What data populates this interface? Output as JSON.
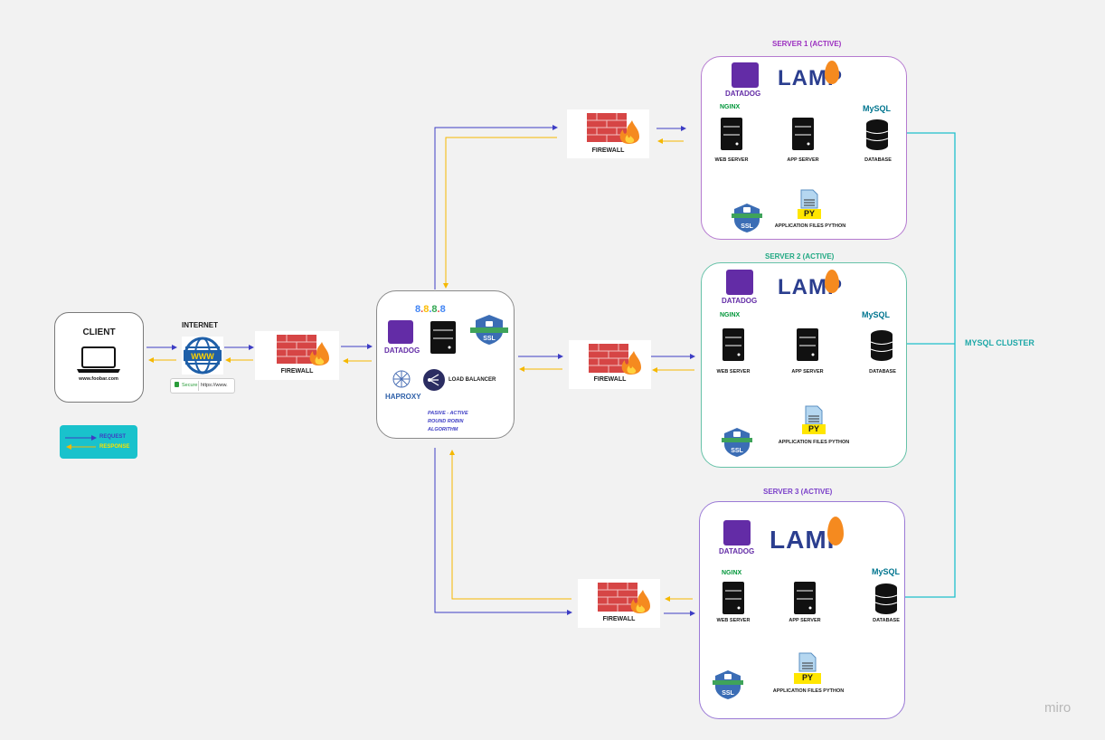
{
  "client": {
    "title": "CLIENT",
    "url": "www.foobar.com"
  },
  "internet": {
    "title": "INTERNET",
    "badge_left": "Secure",
    "badge_right": "https://www."
  },
  "firewall_label": "FIREWALL",
  "legend": {
    "request": "REQUEST",
    "response": "RESPONSE"
  },
  "load_balancer": {
    "ip": [
      "8",
      ".",
      "8",
      ".",
      "8",
      ".",
      "8"
    ],
    "datadog": "DATADOG",
    "haproxy": "HAPROXY",
    "label": "LOAD BALANCER",
    "note_line1": "PASIVE - ACTIVE",
    "note_line2": "ROUND ROBIN",
    "note_line3": "ALGORITHM",
    "ssl": "SSL"
  },
  "servers": [
    {
      "title": "SERVER 1 (ACTIVE)",
      "datadog": "DATADOG",
      "lamp": "LAMP",
      "nginx": "NGINX",
      "mysql": "MySQL",
      "web": "WEB SERVER",
      "app": "APP SERVER",
      "db": "DATABASE",
      "py": "PY",
      "files": "APPLICATION FILES PYTHON",
      "ssl": "SSL"
    },
    {
      "title": "SERVER 2 (ACTIVE)",
      "datadog": "DATADOG",
      "lamp": "LAMP",
      "nginx": "NGINX",
      "mysql": "MySQL",
      "web": "WEB SERVER",
      "app": "APP SERVER",
      "db": "DATABASE",
      "py": "PY",
      "files": "APPLICATION FILES PYTHON",
      "ssl": "SSL"
    },
    {
      "title": "SERVER 3 (ACTIVE)",
      "datadog": "DATADOG",
      "lamp": "LAMP",
      "nginx": "NGINX",
      "mysql": "MySQL",
      "web": "WEB SERVER",
      "app": "APP SERVER",
      "db": "DATABASE",
      "py": "PY",
      "files": "APPLICATION FILES PYTHON",
      "ssl": "SSL"
    }
  ],
  "cluster_label": "MYSQL CLUSTER",
  "watermark": "miro",
  "colors": {
    "request": "#3d3dc4",
    "response": "#f5b800",
    "cluster": "#1fbfcc",
    "server1": "#9b2fc0",
    "server2": "#1fa882",
    "server3": "#7a3fc9",
    "legend_bg": "#19c2cc",
    "datadog": "#632ca6",
    "green_link": "#3ab39a"
  }
}
